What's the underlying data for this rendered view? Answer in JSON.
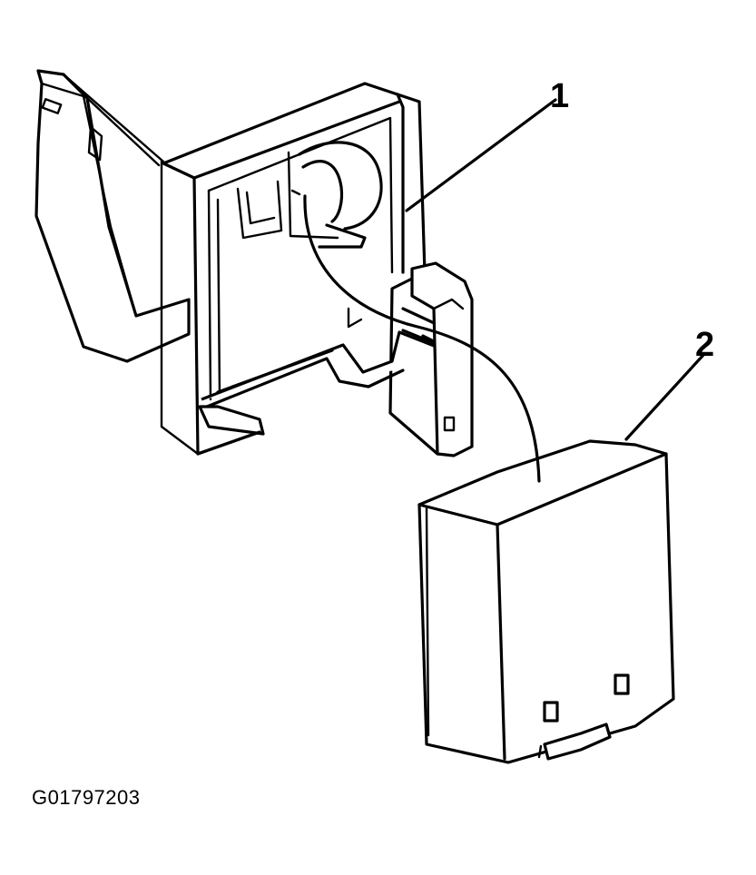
{
  "callouts": [
    {
      "label": "1",
      "target": "bracket"
    },
    {
      "label": "2",
      "target": "module"
    }
  ],
  "figure_id": "G01797203",
  "colors": {
    "line": "#000000",
    "background": "#ffffff"
  }
}
